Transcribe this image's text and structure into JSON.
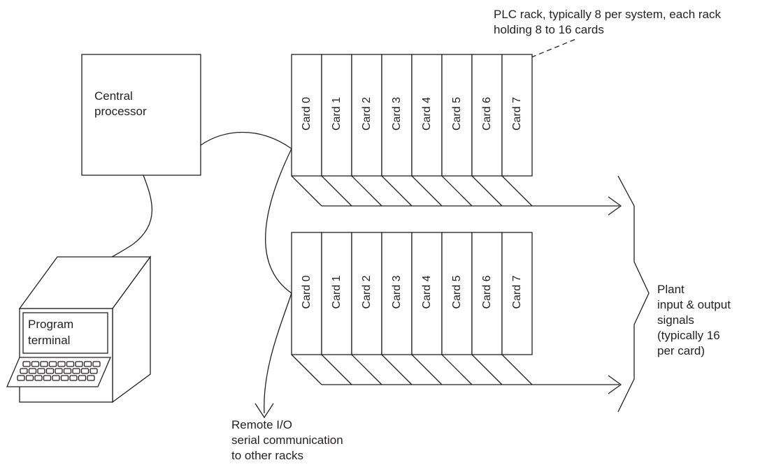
{
  "labels": {
    "rack_note": [
      "PLC rack, typically 8 per system, each rack",
      "holding 8 to 16 cards"
    ],
    "central_processor": [
      "Central",
      "processor"
    ],
    "program_terminal": [
      "Program",
      "terminal"
    ],
    "plant_signals": [
      "Plant",
      "input & output",
      "signals",
      "(typically 16",
      "per card)"
    ],
    "remote_io": [
      "Remote I/O",
      "serial communication",
      "to other racks"
    ]
  },
  "racks": [
    {
      "cards": [
        "Card 0",
        "Card 1",
        "Card 2",
        "Card 3",
        "Card 4",
        "Card 5",
        "Card 6",
        "Card 7"
      ]
    },
    {
      "cards": [
        "Card 0",
        "Card 1",
        "Card 2",
        "Card 3",
        "Card 4",
        "Card 5",
        "Card 6",
        "Card 7"
      ]
    }
  ]
}
